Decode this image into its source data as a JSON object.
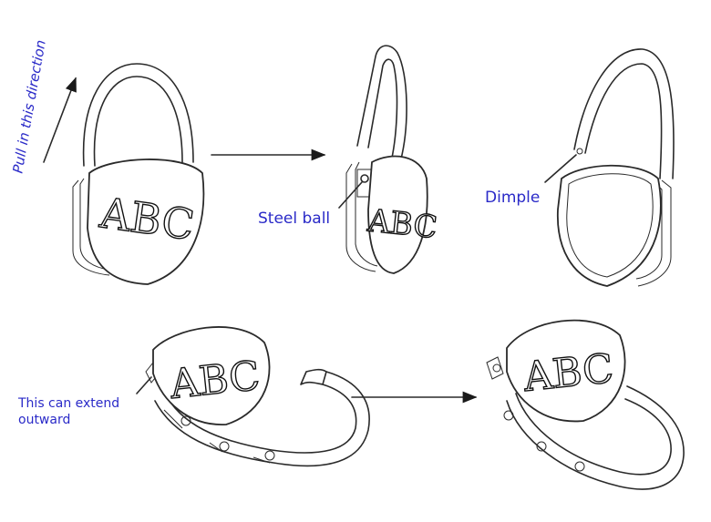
{
  "labels": {
    "pull": "Pull in this direction",
    "steel_ball": "Steel ball",
    "dimple": "Dimple",
    "extend_line1": "This can extend",
    "extend_line2": "outward"
  },
  "logo_text": "ABC",
  "colors": {
    "label": "#2a2ac8",
    "line": "#2a2a2a",
    "background": "#ffffff"
  }
}
